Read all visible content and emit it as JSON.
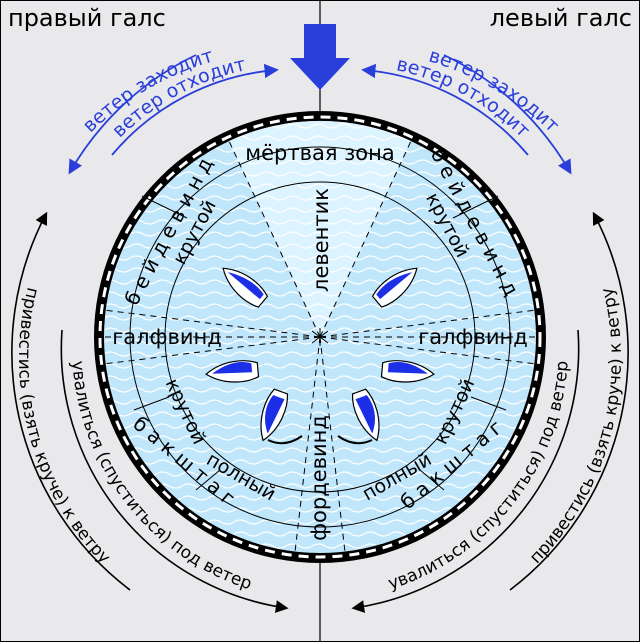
{
  "tacks": {
    "starboard": "правый галс",
    "port": "левый галс"
  },
  "zones": {
    "dead": "мёртвая зона",
    "levantik": "левентик",
    "fordevind": "фордевинд",
    "galfvind_left": "галфвинд",
    "galfvind_right": "галфвинд"
  },
  "courses": {
    "beidewind": "бейдевинд",
    "baksh": "бакштаг",
    "krutoy": "крутой",
    "polny": "полный"
  },
  "wind_shifts": {
    "zakhodit": "ветер заходит",
    "otkhodit": "ветер отходит"
  },
  "maneuvers": {
    "privestis": "привестись (взять круче) к ветру",
    "uvalitsya": "увалиться (спуститься) под ветер"
  },
  "colors": {
    "water": "#bfe6fa",
    "dead_zone": "#dcf4ff",
    "arrow": "#2a3fd9",
    "sail_blue": "#1c2fe6",
    "panel_gray": "#e9e9ec"
  },
  "icons": {
    "wind": "wind-arrow-icon",
    "boat": "sailboat-icon"
  }
}
